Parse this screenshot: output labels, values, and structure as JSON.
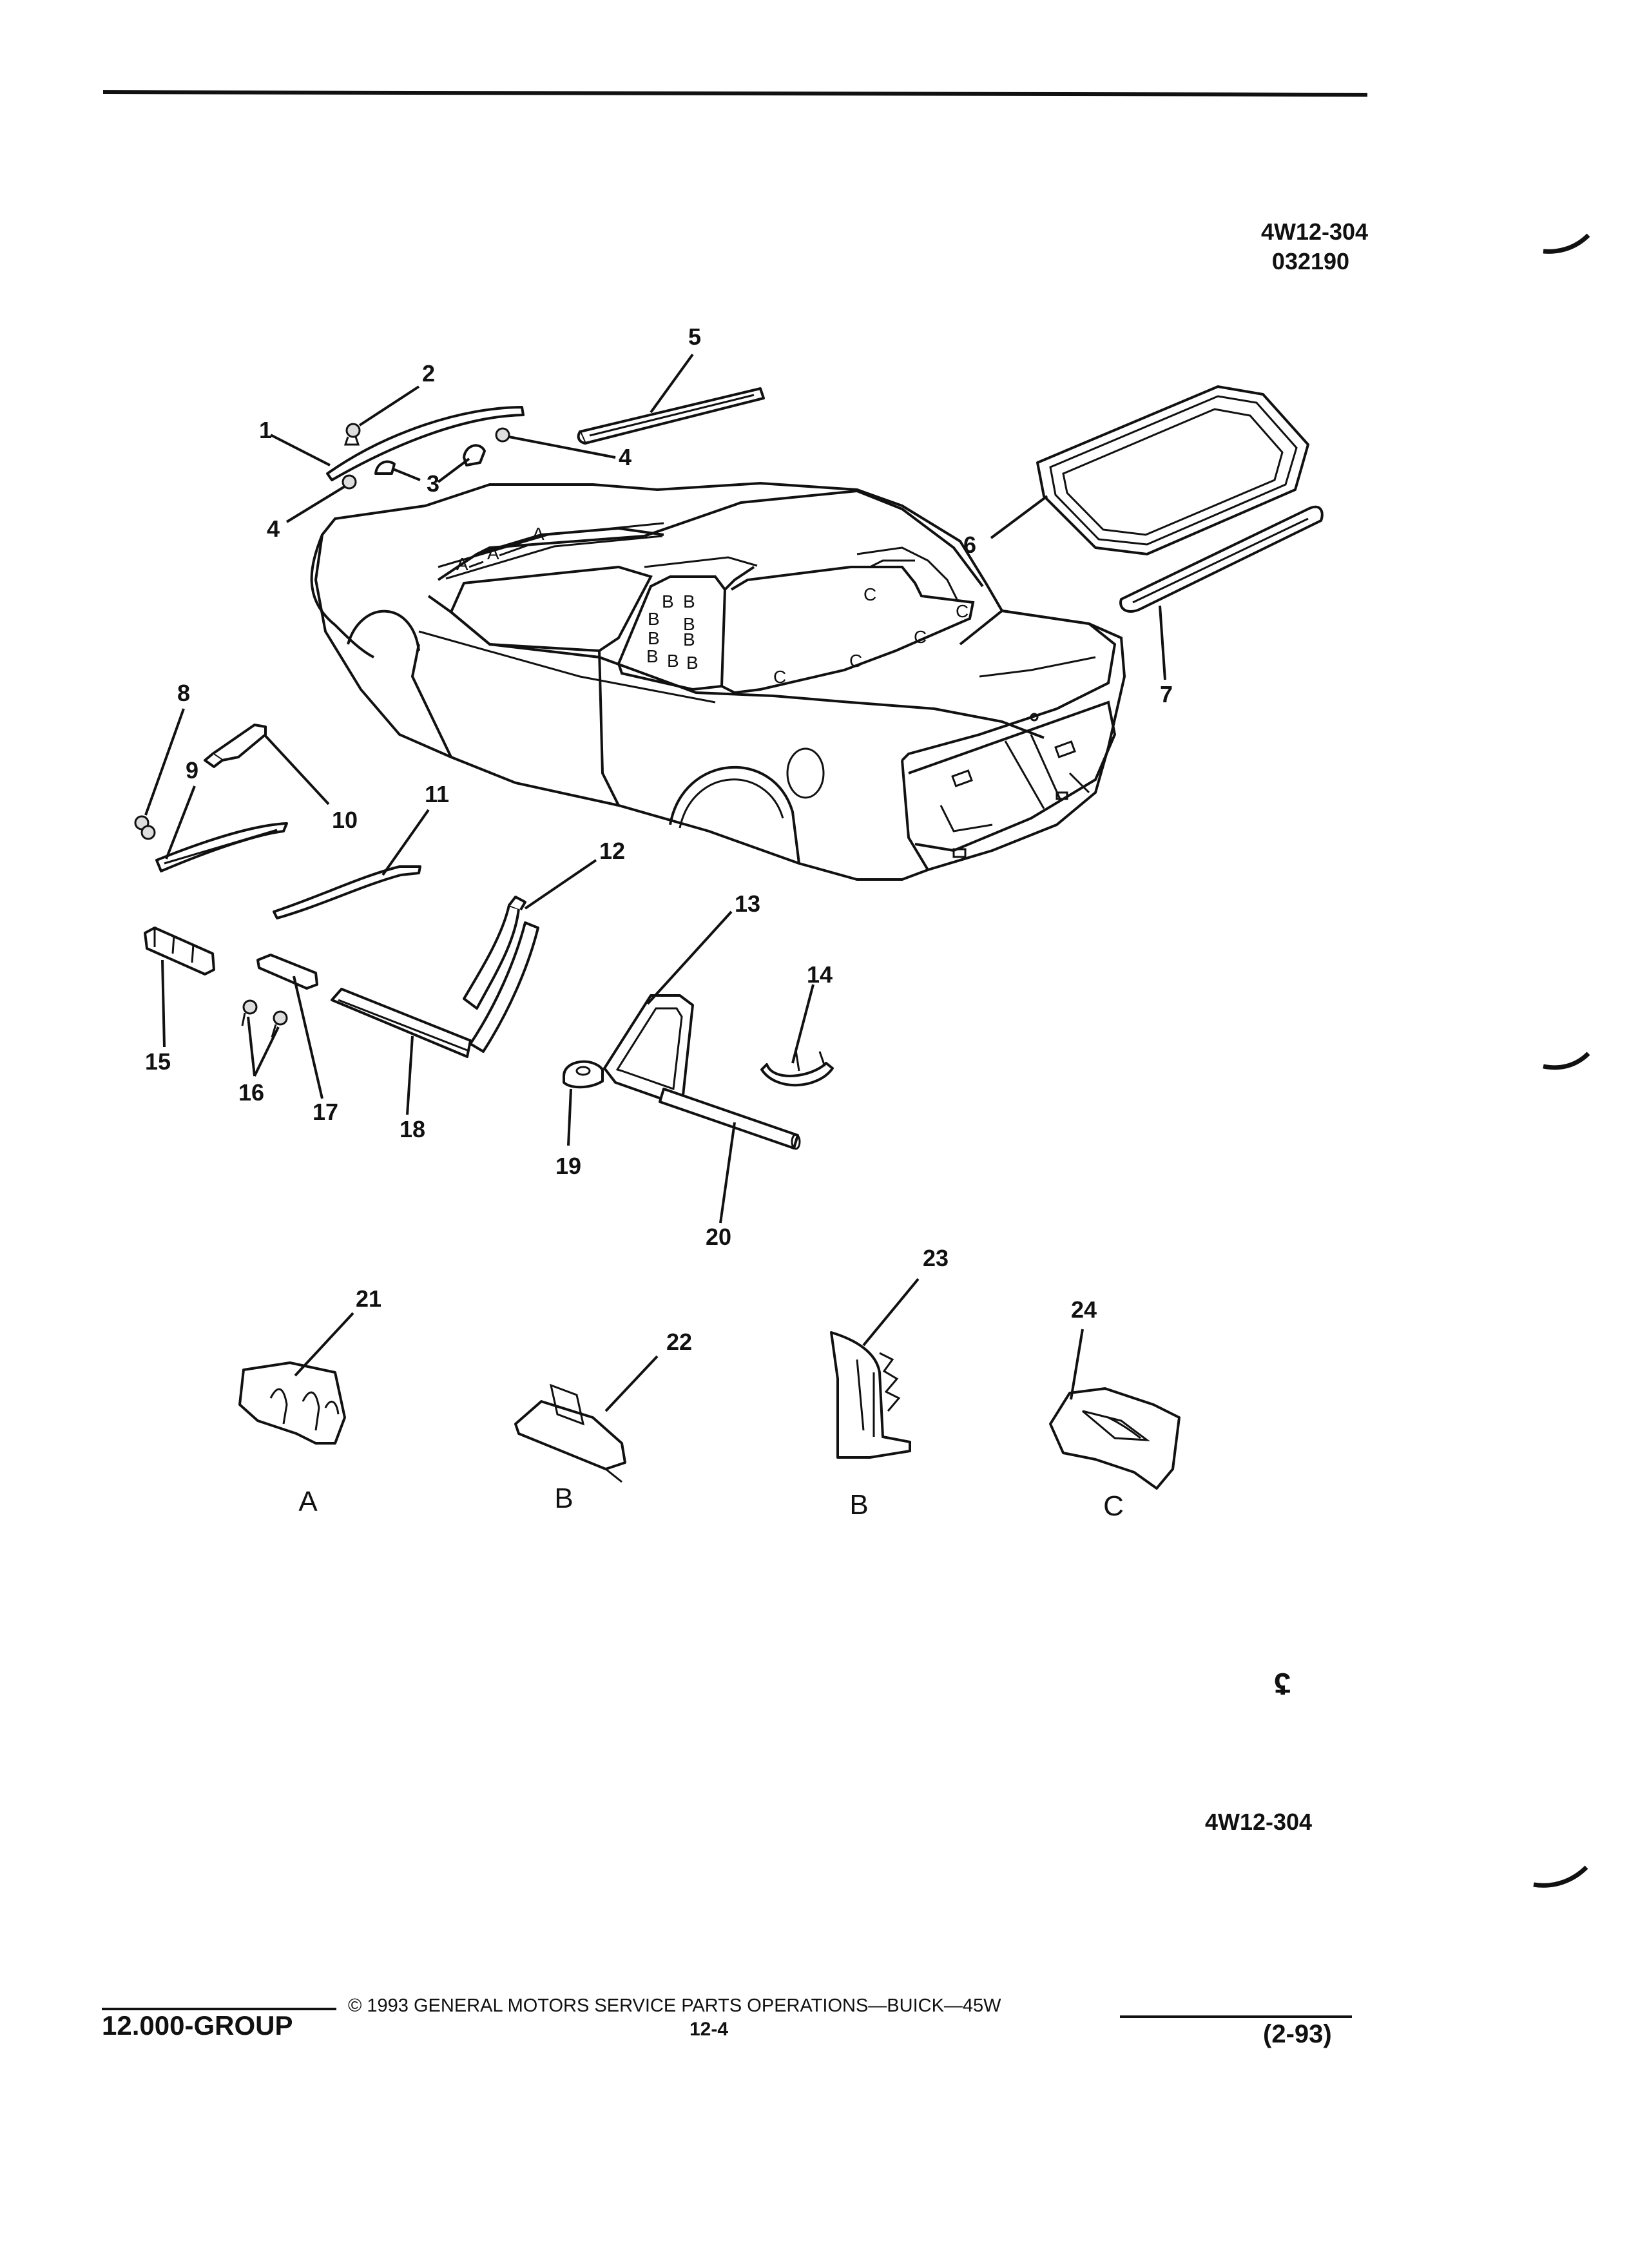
{
  "header": {
    "code": "4W12-304",
    "date_code": "032190"
  },
  "callouts": [
    "1",
    "2",
    "3",
    "4",
    "4",
    "5",
    "6",
    "7",
    "8",
    "9",
    "10",
    "11",
    "12",
    "13",
    "14",
    "15",
    "16",
    "17",
    "18",
    "19",
    "20",
    "21",
    "22",
    "23",
    "24"
  ],
  "body_marks": {
    "a": [
      "A",
      "A",
      "A"
    ],
    "b": [
      "B",
      "B",
      "B",
      "B",
      "B",
      "B",
      "B",
      "B",
      "B"
    ],
    "c": [
      "C",
      "C",
      "C",
      "C",
      "C"
    ]
  },
  "clip_letters": [
    "A",
    "B",
    "B",
    "C"
  ],
  "symbol": "ʢ",
  "footer_code": "4W12-304",
  "footer": {
    "group": "12.000-GROUP",
    "copyright": "© 1993 GENERAL MOTORS SERVICE PARTS OPERATIONS—BUICK—45W",
    "page": "12-4",
    "revision": "(2-93)"
  }
}
